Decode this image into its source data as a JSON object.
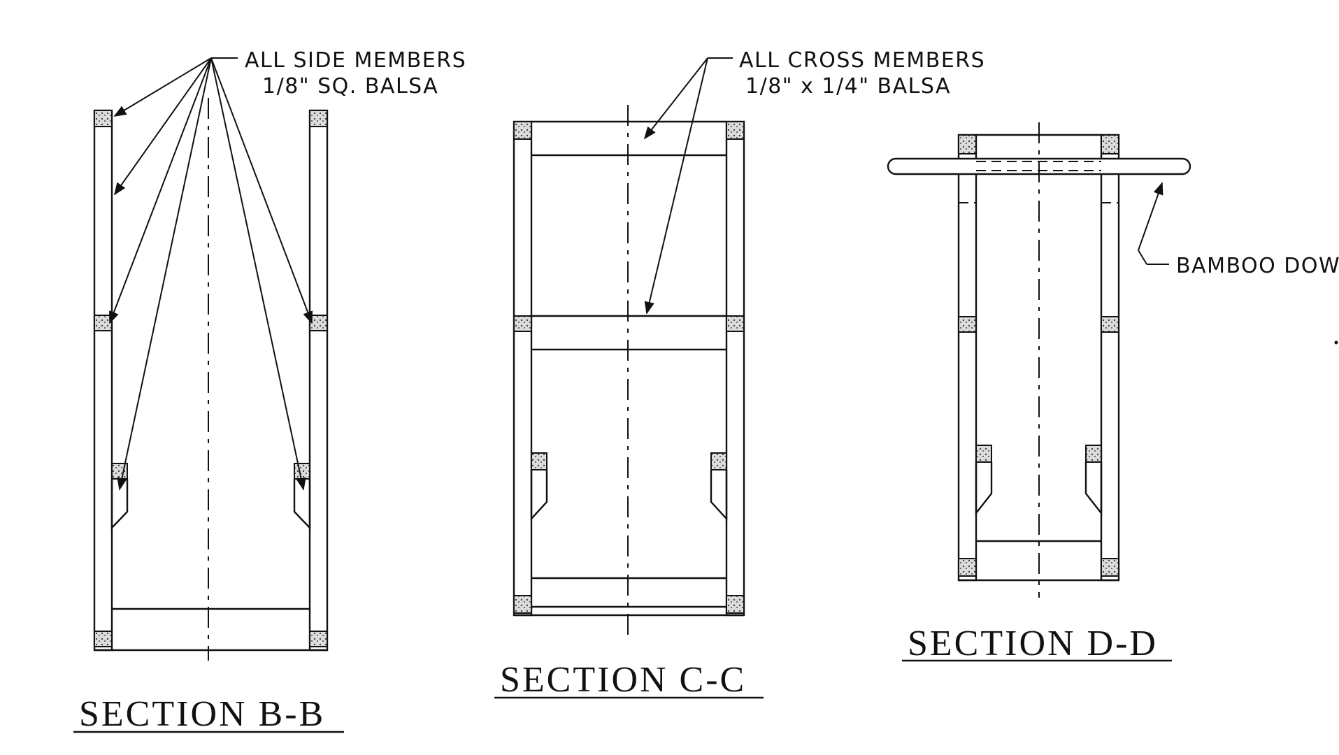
{
  "notes": {
    "side_members_line1": "ALL SIDE MEMBERS",
    "side_members_line2": "1/8\" SQ. BALSA",
    "cross_members_line1": "ALL CROSS MEMBERS",
    "cross_members_line2": "1/8\" x 1/4\" BALSA",
    "bamboo": "BAMBOO DOW"
  },
  "sections": {
    "b": "SECTION B-B",
    "c": "SECTION C-C",
    "d": "SECTION D-D"
  }
}
